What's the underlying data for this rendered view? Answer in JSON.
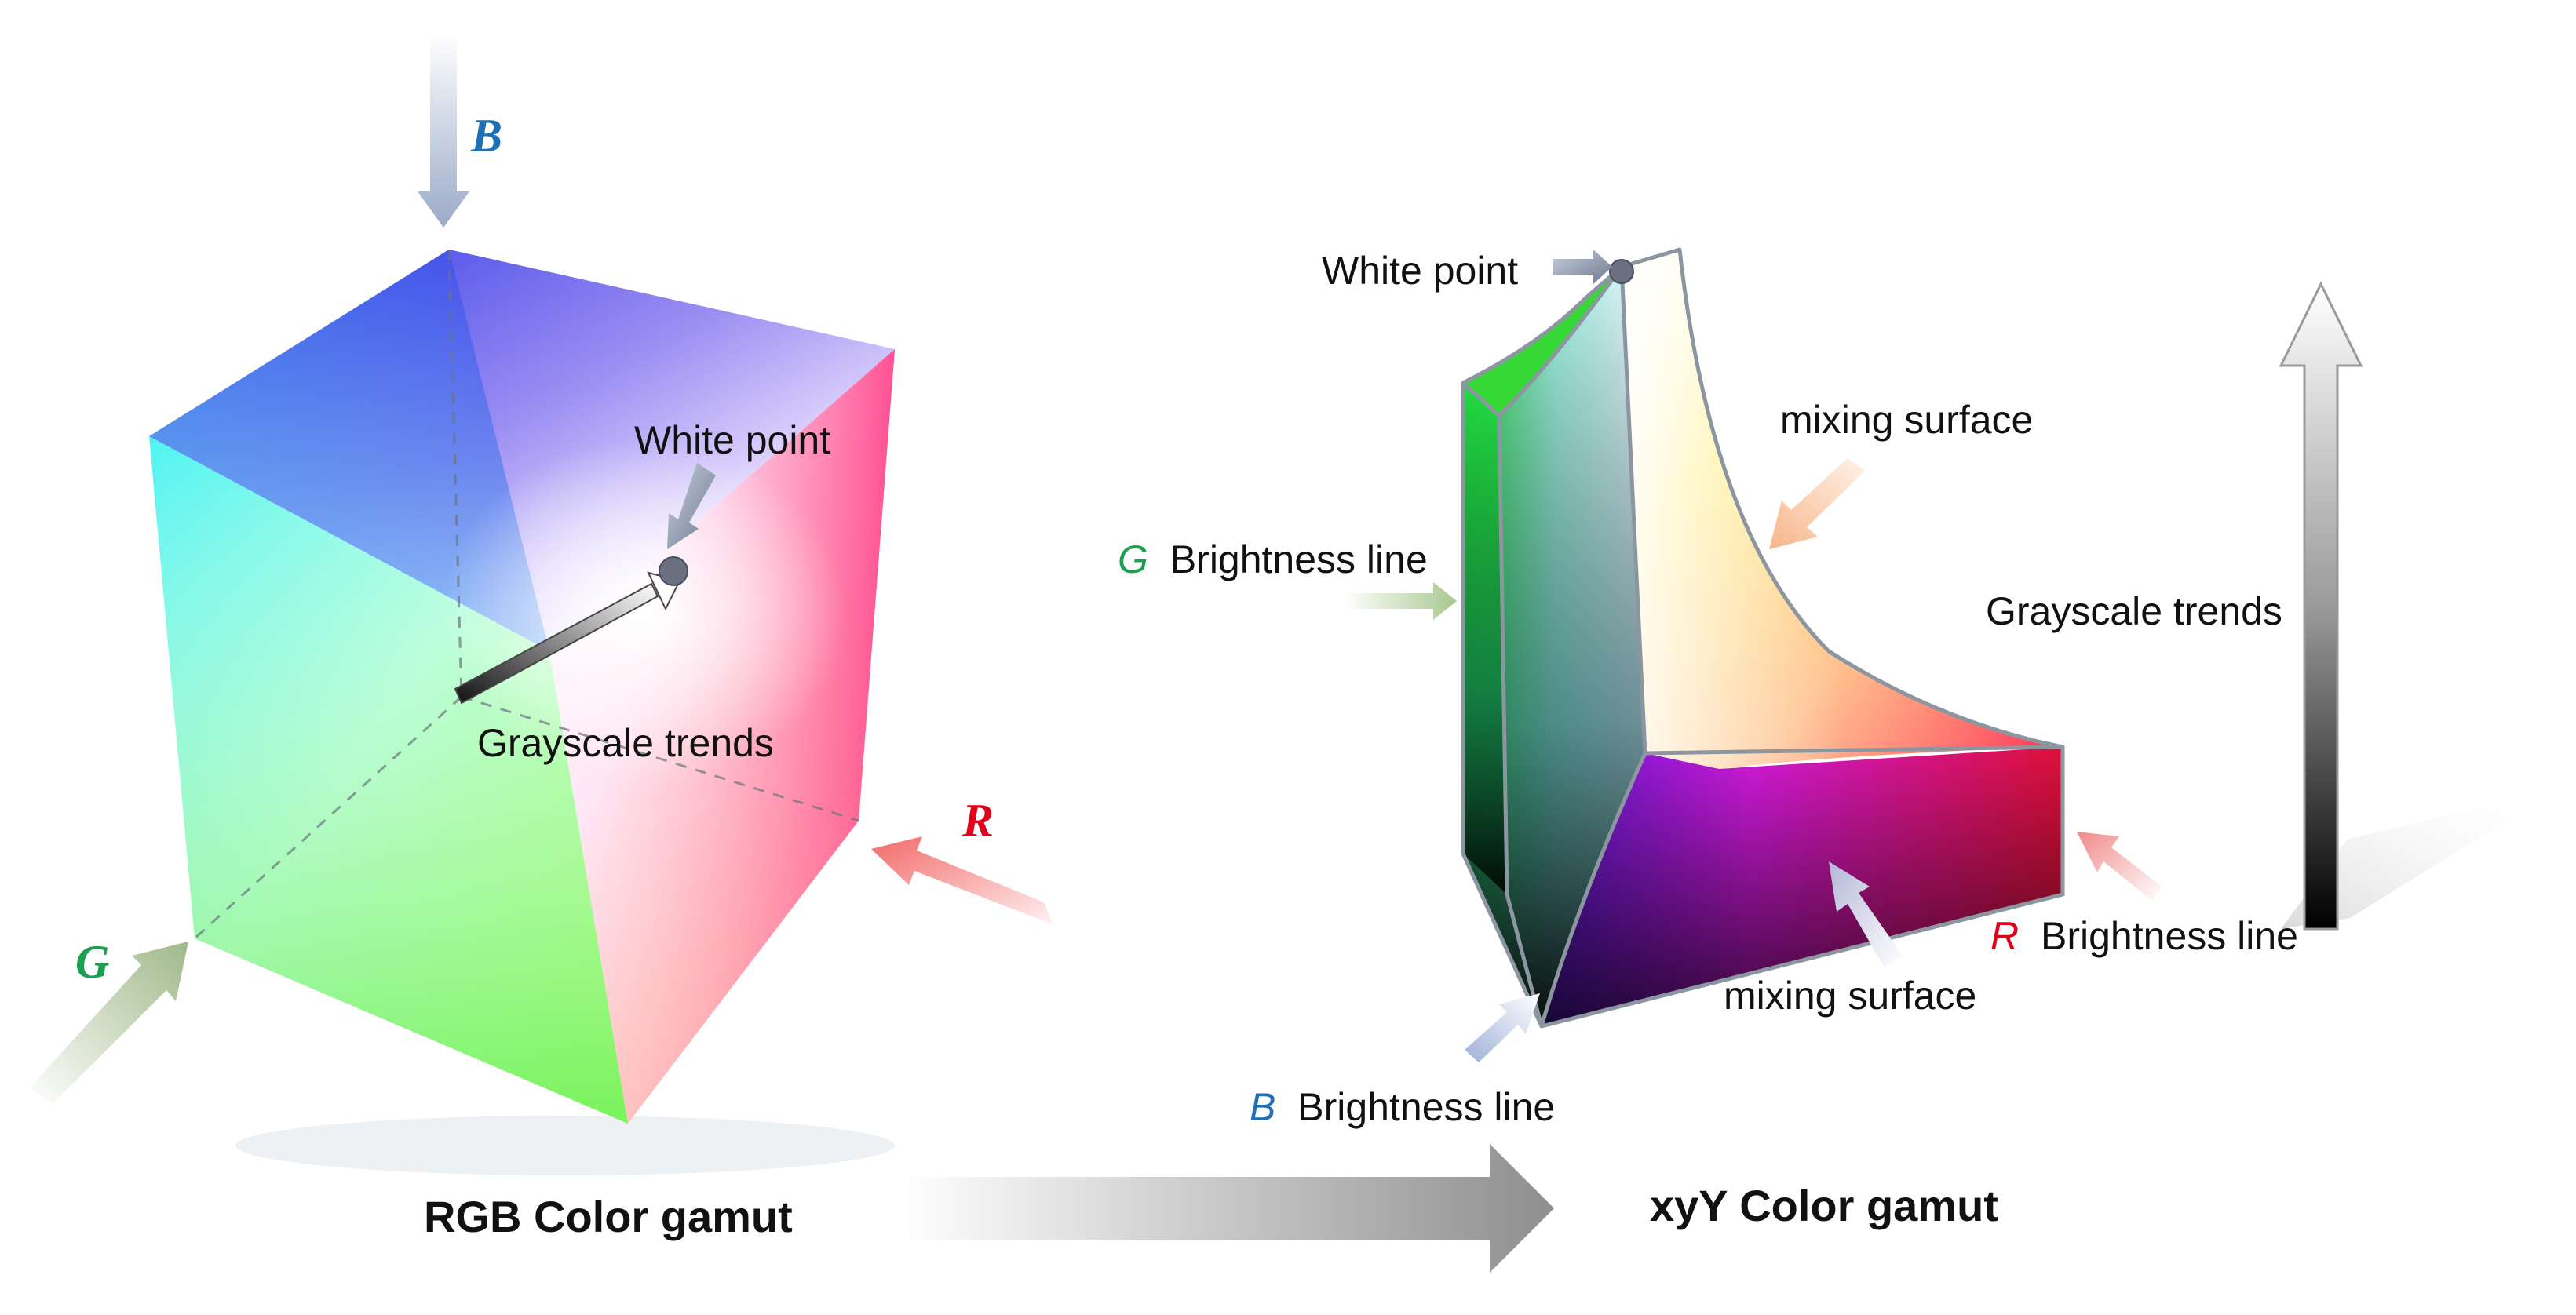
{
  "rgb_gamut": {
    "caption": "RGB Color gamut",
    "axis_b": "B",
    "axis_g": "G",
    "axis_r": "R",
    "white_point_label": "White point",
    "grayscale_label": "Grayscale trends"
  },
  "xyy_gamut": {
    "caption": "xyY Color gamut",
    "white_point_label": "White point",
    "mixing_surface_top": "mixing surface",
    "mixing_surface_bottom": "mixing surface",
    "grayscale_label": "Grayscale trends",
    "g_brightness": {
      "letter": "G",
      "text": "Brightness line"
    },
    "r_brightness": {
      "letter": "R",
      "text": "Brightness line"
    },
    "b_brightness": {
      "letter": "B",
      "text": "Brightness line"
    }
  },
  "colors": {
    "blue_label": "#1f6fb5",
    "green_label": "#1aa050",
    "red_label": "#e0001a",
    "edge_gray": "#8c96a0"
  }
}
